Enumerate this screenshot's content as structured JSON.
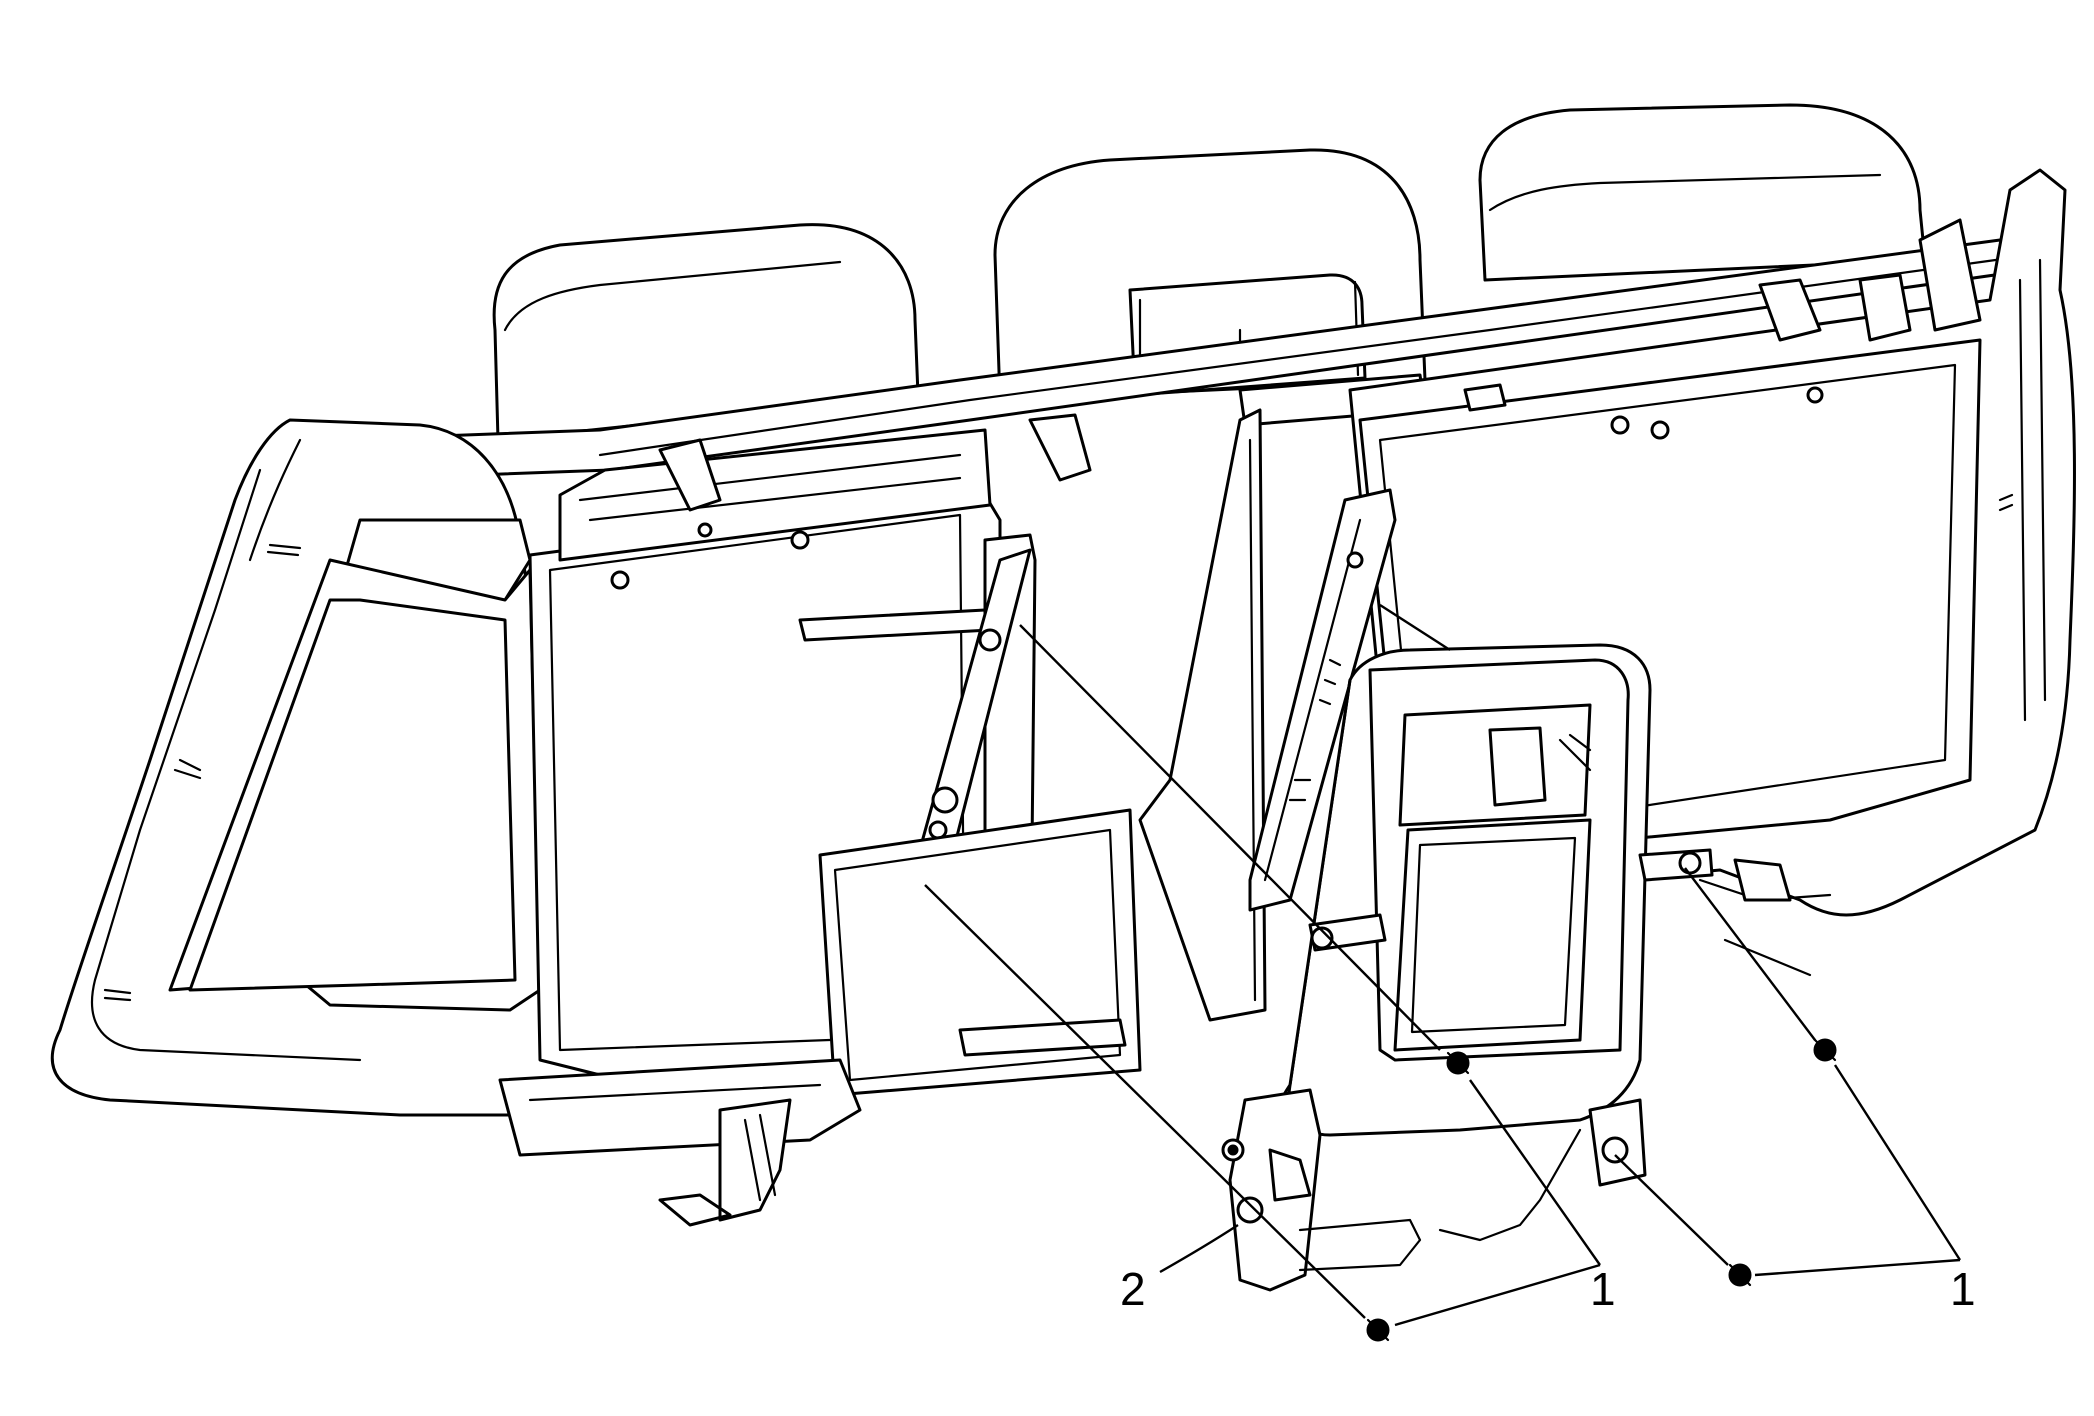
{
  "callouts": [
    {
      "id": "bolt-center",
      "label": "1"
    },
    {
      "id": "bolt-right",
      "label": "1"
    },
    {
      "id": "armrest",
      "label": "2"
    }
  ],
  "colors": {
    "line": "#000000",
    "background": "#ffffff"
  }
}
